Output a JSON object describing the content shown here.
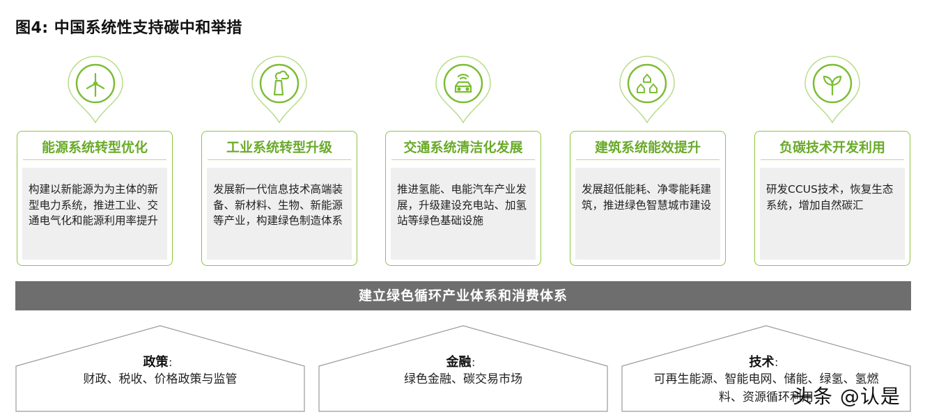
{
  "title": "图4: 中国系统性支持碳中和举措",
  "accent_color": "#8cc63f",
  "cards": [
    {
      "icon": "wind-turbine-icon",
      "title": "能源系统转型优化",
      "body": "构建以新能源为为主体的新型电力系统，推进工业、交通电气化和能源利用率提升"
    },
    {
      "icon": "factory-cloud-icon",
      "title": "工业系统转型升级",
      "body": "发展新一代信息技术高端装备、新材料、生物、新能源等产业，构建绿色制造体系"
    },
    {
      "icon": "car-signal-icon",
      "title": "交通系统清洁化发展",
      "body": "推进氢能、电能汽车产业发展，升级建设充电站、加氢站等绿色基础设施"
    },
    {
      "icon": "houses-icon",
      "title": "建筑系统能效提升",
      "body": "发展超低能耗、净零能耗建筑，推进绿色智慧城市建设"
    },
    {
      "icon": "sprout-icon",
      "title": "负碳技术开发利用",
      "body": "研发CCUS技术，恢复生态系统，增加自然碳汇"
    }
  ],
  "banner": "建立绿色循环产业体系和消费体系",
  "houses": [
    {
      "head": "政策",
      "colon": "：",
      "text": "财政、税收、价格政策与监管"
    },
    {
      "head": "金融",
      "colon": "：",
      "text": "绿色金融、碳交易市场"
    },
    {
      "head": "技术",
      "colon": "：",
      "text": "可再生能源、智能电网、储能、绿氢、氢燃料、资源循环利用"
    }
  ],
  "watermark": "头条 @认是"
}
